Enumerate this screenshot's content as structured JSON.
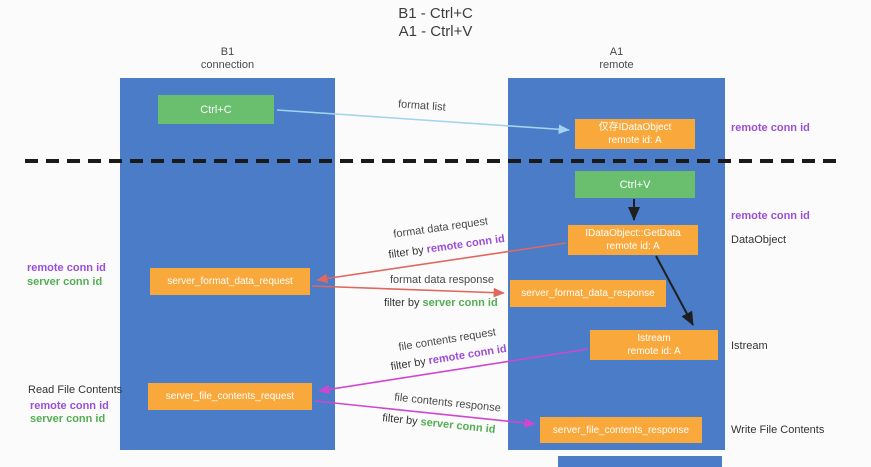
{
  "title": {
    "line1": "B1 - Ctrl+C",
    "line2": "A1 - Ctrl+V"
  },
  "lifelines": {
    "left": {
      "name": "B1",
      "role": "connection"
    },
    "right": {
      "name": "A1",
      "role": "remote"
    }
  },
  "boxes": {
    "ctrl_c": {
      "label": "Ctrl+C"
    },
    "ctrl_v": {
      "label": "Ctrl+V"
    },
    "idataobject": {
      "line1": "仅存IDataObject",
      "line2": "remote id: A"
    },
    "getdata": {
      "line1": "IDataObject::GetData",
      "line2": "remote id: A"
    },
    "istream": {
      "line1": "Istream",
      "line2": "remote id: A"
    },
    "format_request": {
      "label": "server_format_data_request"
    },
    "format_response": {
      "label": "server_format_data_response"
    },
    "file_request": {
      "label": "server_file_contents_request"
    },
    "file_response": {
      "label": "server_file_contents_response"
    }
  },
  "arrow_labels": {
    "format_list": "format list",
    "format_data_request": "format data request",
    "format_data_response": "format data response",
    "file_contents_request": "file contents request",
    "file_contents_response": "file contents response",
    "filter_by": "filter by",
    "remote_conn_id": "remote conn id",
    "server_conn_id": "server conn id"
  },
  "side_labels": {
    "remote_conn_id_top": "remote conn id",
    "remote_conn_id_mid": "remote conn id",
    "dataobject": "DataObject",
    "istream": "Istream",
    "write_file_contents": "Write File Contents",
    "read_file_contents": "Read File Contents",
    "left_remote_conn_id_1": "remote conn id",
    "left_server_conn_id_1": "server conn id",
    "left_remote_conn_id_2": "remote conn id",
    "left_server_conn_id_2": "server conn id"
  },
  "colors": {
    "column_blue": "#4a7cc7",
    "box_green": "#6abf6e",
    "box_orange": "#f9a93c",
    "arrow_lightblue": "#a3d3ee",
    "arrow_red": "#e0685e",
    "arrow_magenta": "#cf46cf",
    "text_purple": "#9b4fd6",
    "text_green": "#53ae53"
  }
}
